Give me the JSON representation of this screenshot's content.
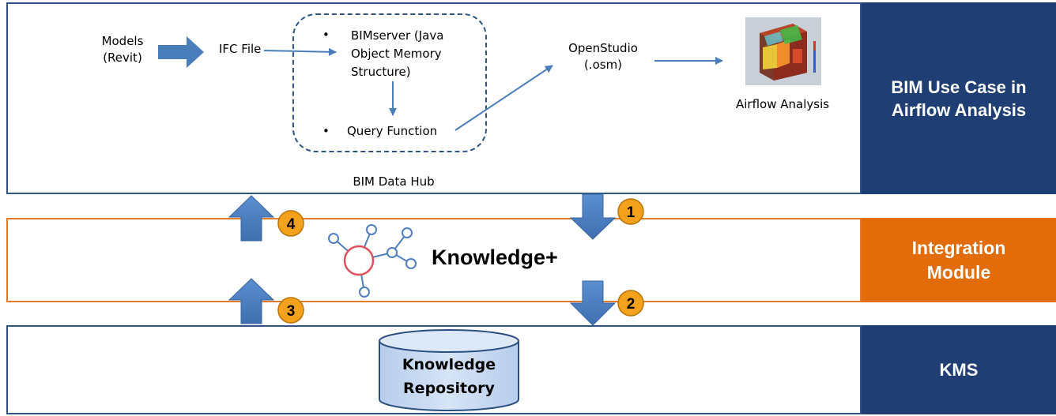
{
  "layers": {
    "top_label": "BIM Use Case in\nAirflow Analysis",
    "middle_label": "Integration\nModule",
    "bottom_label": "KMS"
  },
  "workflow": {
    "models": "Models\n(Revit)",
    "ifc_file": "IFC File",
    "bimserver_bullet": "•",
    "bimserver": "BIMserver (Java\nObject Memory\nStructure)",
    "query_bullet": "•",
    "query_function": "Query Function",
    "hub_label": "BIM Data Hub",
    "openstudio": "OpenStudio\n(.osm)",
    "airflow": "Airflow Analysis"
  },
  "integration": {
    "title": "Knowledge+"
  },
  "kms": {
    "repository": "Knowledge\nRepository"
  },
  "steps": [
    "1",
    "2",
    "3",
    "4"
  ],
  "colors": {
    "navy": "#1f3f74",
    "orange": "#e36c0a",
    "arrow_blue": "#4a7ebb",
    "badge": "#f4a21b",
    "cylinder": "#c9dcf5"
  }
}
